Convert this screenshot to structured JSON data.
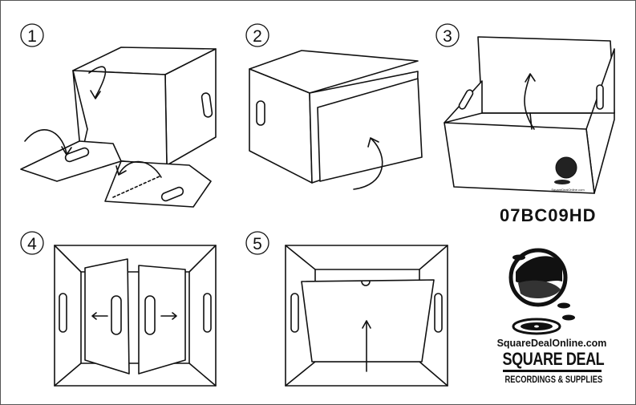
{
  "steps": [
    {
      "number": "1"
    },
    {
      "number": "2"
    },
    {
      "number": "3"
    },
    {
      "number": "4"
    },
    {
      "number": "5"
    }
  ],
  "product_code": "07BC09HD",
  "logo": {
    "url": "SquareDealOnline.com",
    "brand": "SQUARE DEAL",
    "subtitle": "RECORDINGS & SUPPLIES",
    "small_url": "SquareDealOnline.com"
  }
}
